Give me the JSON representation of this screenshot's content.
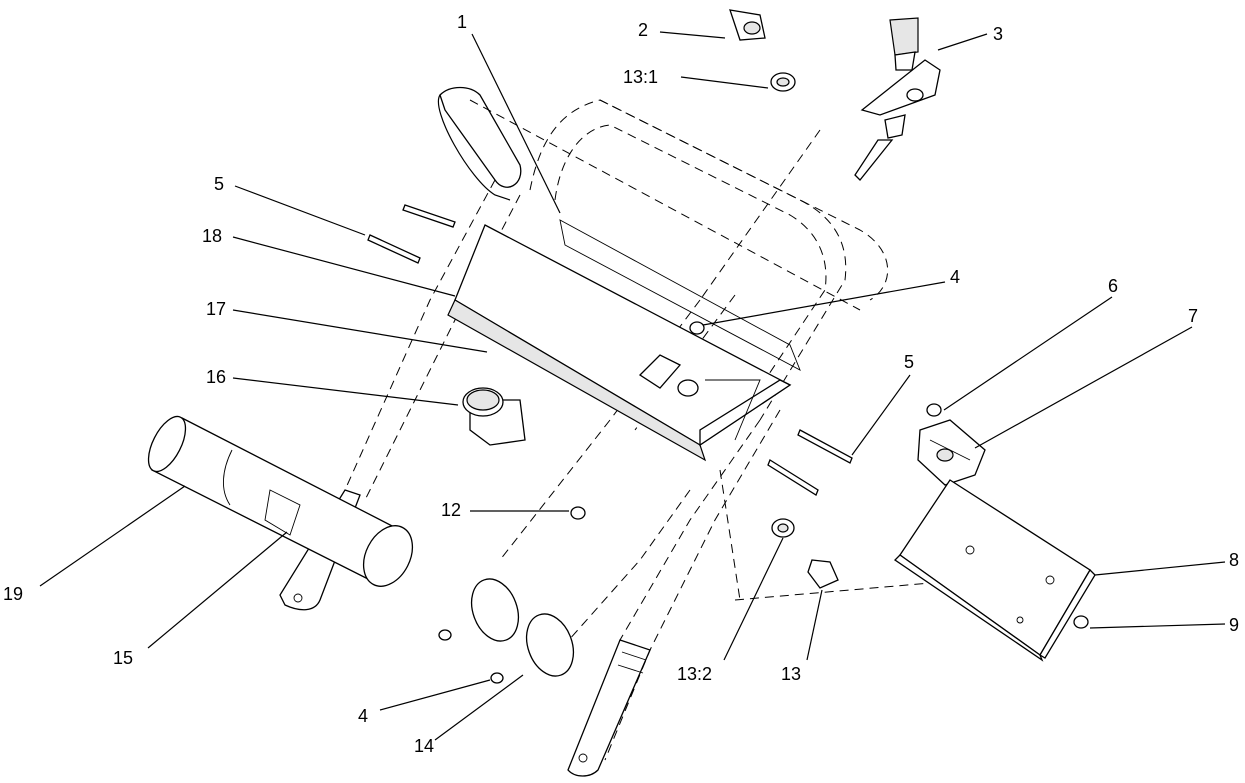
{
  "callouts": [
    {
      "id": "c1",
      "label": "1"
    },
    {
      "id": "c2",
      "label": "2"
    },
    {
      "id": "c3",
      "label": "3"
    },
    {
      "id": "c4a",
      "label": "4"
    },
    {
      "id": "c4b",
      "label": "4"
    },
    {
      "id": "c5a",
      "label": "5"
    },
    {
      "id": "c5b",
      "label": "5"
    },
    {
      "id": "c6",
      "label": "6"
    },
    {
      "id": "c7",
      "label": "7"
    },
    {
      "id": "c8",
      "label": "8"
    },
    {
      "id": "c9",
      "label": "9"
    },
    {
      "id": "c12",
      "label": "12"
    },
    {
      "id": "c13",
      "label": "13"
    },
    {
      "id": "c13_1",
      "label": "13:1"
    },
    {
      "id": "c13_2",
      "label": "13:2"
    },
    {
      "id": "c14",
      "label": "14"
    },
    {
      "id": "c15",
      "label": "15"
    },
    {
      "id": "c16",
      "label": "16"
    },
    {
      "id": "c17",
      "label": "17"
    },
    {
      "id": "c18",
      "label": "18"
    },
    {
      "id": "c19",
      "label": "19"
    }
  ]
}
